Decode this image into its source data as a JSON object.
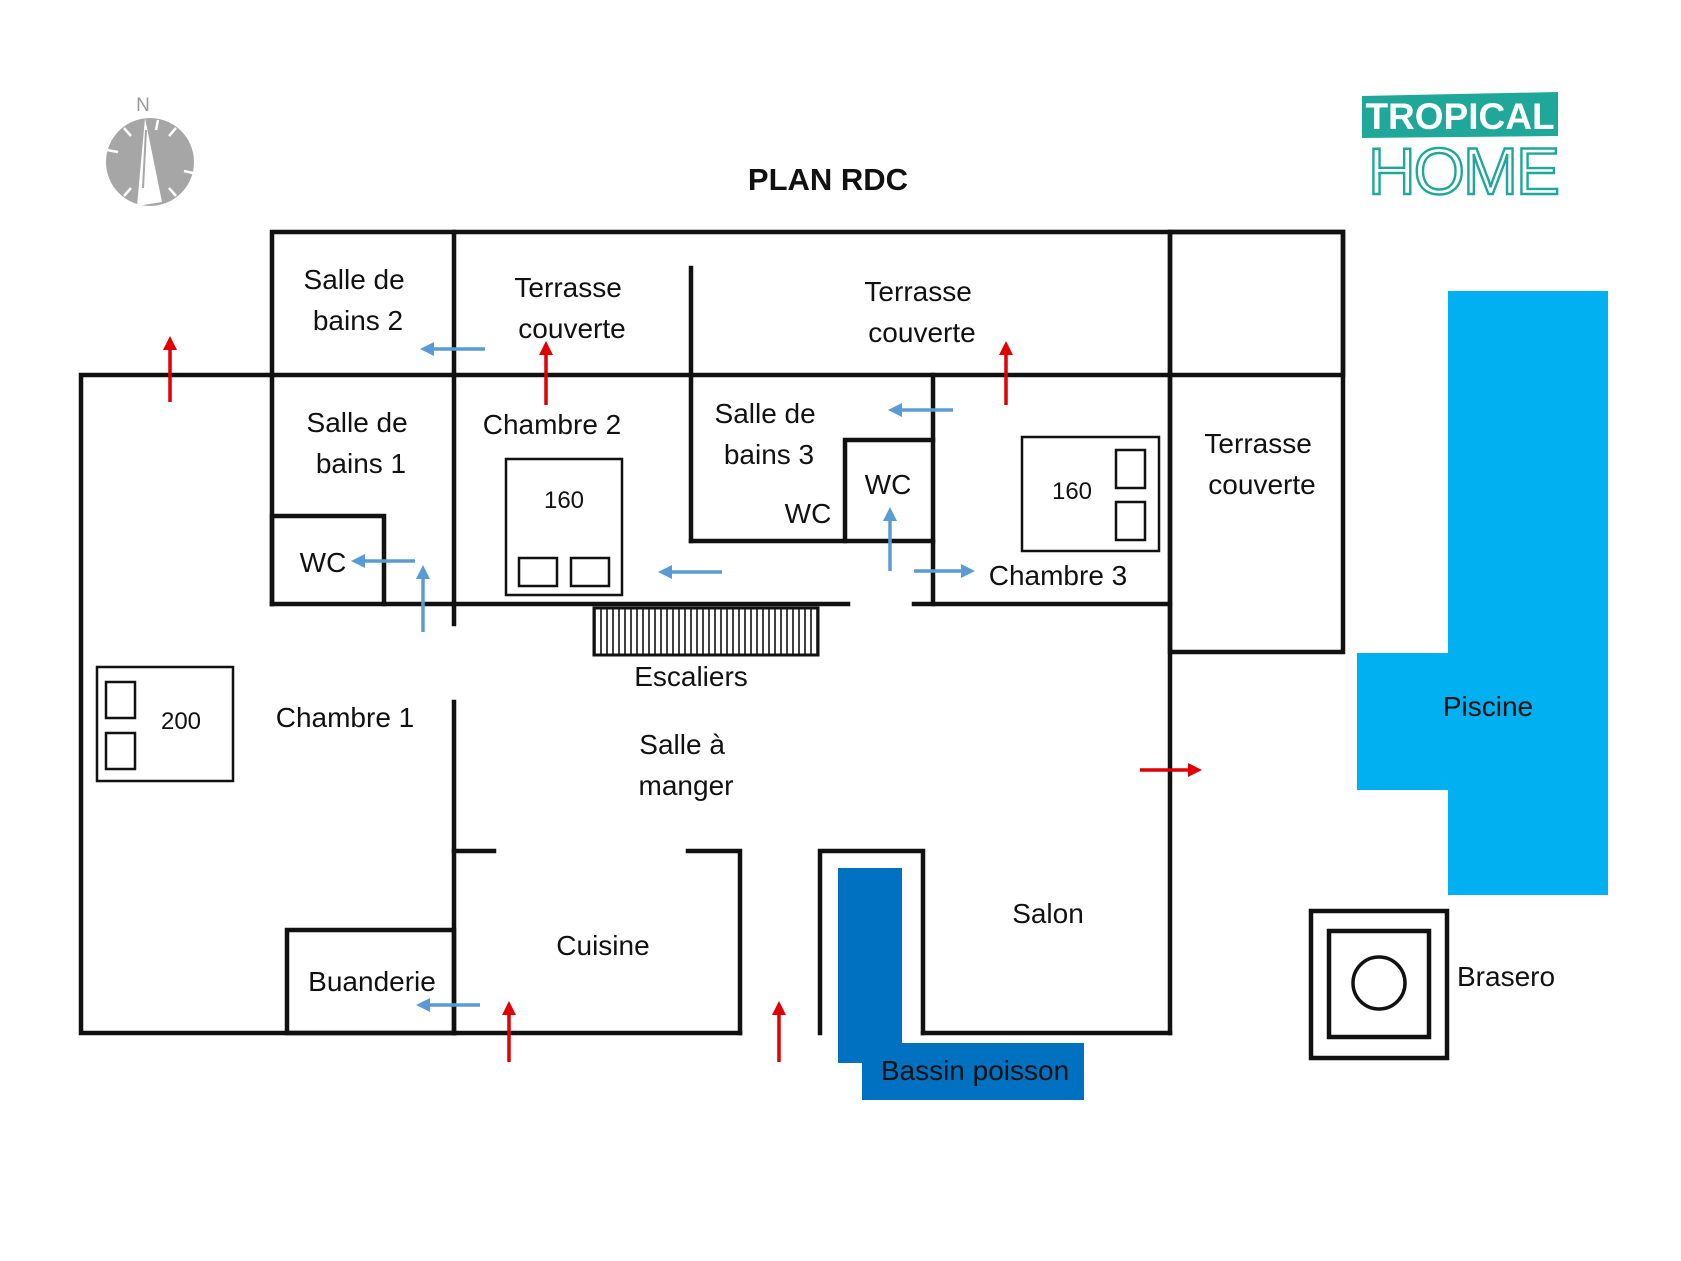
{
  "title": "PLAN RDC",
  "compass": {
    "north_label": "N"
  },
  "logo": {
    "line1": "TROPICAL",
    "line2": "HOME",
    "color_primary": "#1fa89a",
    "color_text": "#ffffff"
  },
  "colors": {
    "pool": "#00b0f0",
    "fish_pond": "#0070c0",
    "entry_arrow": "#e00000",
    "room_arrow": "#5b9bd5",
    "walls": "#111111"
  },
  "rooms": {
    "salle_de_bains_2": [
      "Salle de",
      "bains 2"
    ],
    "terrasse_1": [
      "Terrasse",
      "couverte"
    ],
    "terrasse_2": [
      "Terrasse",
      "couverte"
    ],
    "salle_de_bains_1": [
      "Salle de",
      "bains 1"
    ],
    "chambre_2": "Chambre 2",
    "salle_de_bains_3": [
      "Salle de",
      "bains 3"
    ],
    "wc_sdb3": "WC",
    "wc_box": "WC",
    "wc_1": "WC",
    "chambre_3": "Chambre 3",
    "terrasse_3": [
      "Terrasse",
      "couverte"
    ],
    "escaliers": "Escaliers",
    "chambre_1": "Chambre 1",
    "salle_a_manger": [
      "Salle à",
      "manger"
    ],
    "cuisine": "Cuisine",
    "salon": "Salon",
    "buanderie": "Buanderie",
    "bassin_poisson": "Bassin poisson",
    "piscine": "Piscine",
    "brasero": "Brasero"
  },
  "beds": {
    "chambre_1": "200",
    "chambre_2": "160",
    "chambre_3": "160"
  }
}
